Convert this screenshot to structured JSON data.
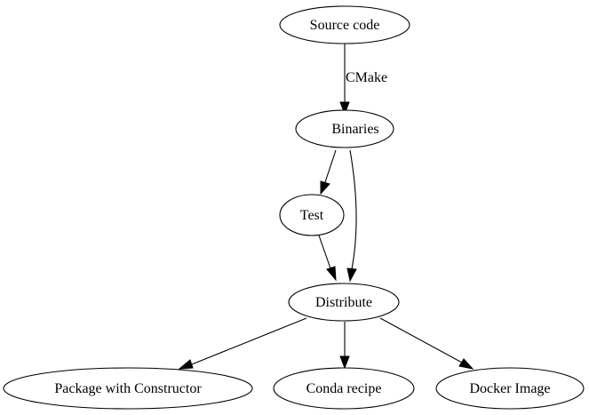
{
  "nodes": {
    "source": "Source code",
    "binaries": "Binaries",
    "test": "Test",
    "distribute": "Distribute",
    "package": "Package with Constructor",
    "conda": "Conda recipe",
    "docker": "Docker Image"
  },
  "edges": {
    "source_to_binaries_label": "CMake"
  }
}
